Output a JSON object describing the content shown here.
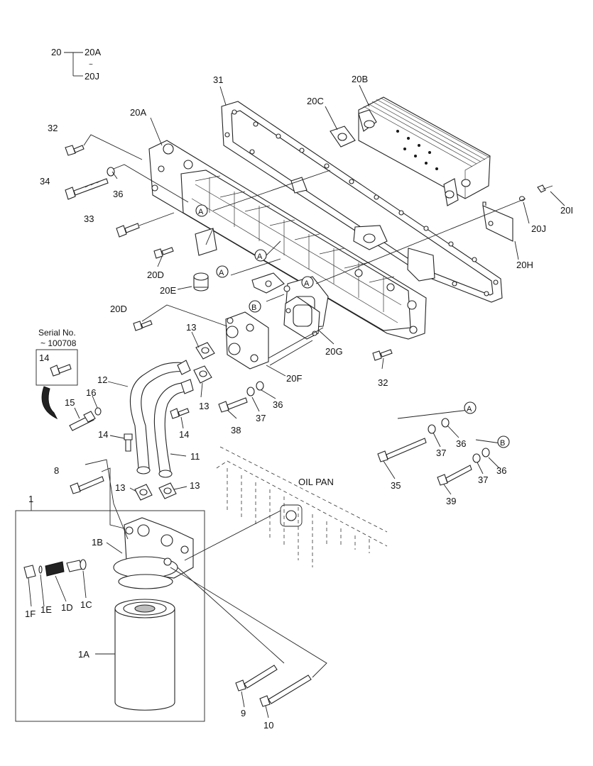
{
  "diagram": {
    "range_start": "20",
    "range_top": "20A",
    "range_tilde": "~",
    "range_bottom": "20J",
    "serial_line1": "Serial No.",
    "serial_line2": "~ 100708",
    "oil_pan": "OIL PAN",
    "ref_a": "A",
    "ref_b": "B",
    "labels": {
      "p31": "31",
      "p20b": "20B",
      "p20c": "20C",
      "p20a": "20A",
      "p32a": "32",
      "p34": "34",
      "p36a": "36",
      "p33": "33",
      "p20d_a": "20D",
      "p20e": "20E",
      "p20d_b": "20D",
      "p20g": "20G",
      "p32b": "32",
      "p20f": "20F",
      "p20h": "20H",
      "p20j": "20J",
      "p20i": "20I",
      "p13a": "13",
      "p13b": "13",
      "p14a": "14",
      "p12": "12",
      "p16": "16",
      "p15": "15",
      "p14b": "14",
      "p14c": "14",
      "p38": "38",
      "p37a": "37",
      "p36b": "36",
      "p11": "11",
      "p8": "8",
      "p13c": "13",
      "p13d": "13",
      "p1": "1",
      "p1b": "1B",
      "p1f": "1F",
      "p1e": "1E",
      "p1d": "1D",
      "p1c": "1C",
      "p1a": "1A",
      "p9": "9",
      "p10": "10",
      "p35": "35",
      "p37b": "37",
      "p36c": "36",
      "p39": "39",
      "p37c": "37",
      "p36d": "36"
    }
  }
}
